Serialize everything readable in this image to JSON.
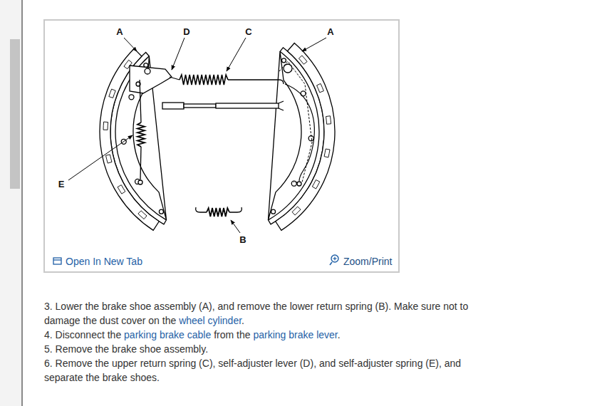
{
  "diagram": {
    "labels": [
      "A",
      "D",
      "C",
      "A",
      "E",
      "B",
      "Open In New Tab",
      "Zoom/Print",
      "3. Lower the brake shoe assembly (A), and remove the lower return spring (B). Make sure not to damage the dust cover on the",
      "wheel cylinder",
      ".",
      "4. Disconnect the",
      "parking brake cable",
      "from the",
      "parking brake lever",
      ".",
      "5. Remove the brake shoe assembly.",
      "6. Remove the upper return spring (C), self-adjuster lever (D), and self-adjuster spring (E), and separate the brake shoes."
    ]
  }
}
